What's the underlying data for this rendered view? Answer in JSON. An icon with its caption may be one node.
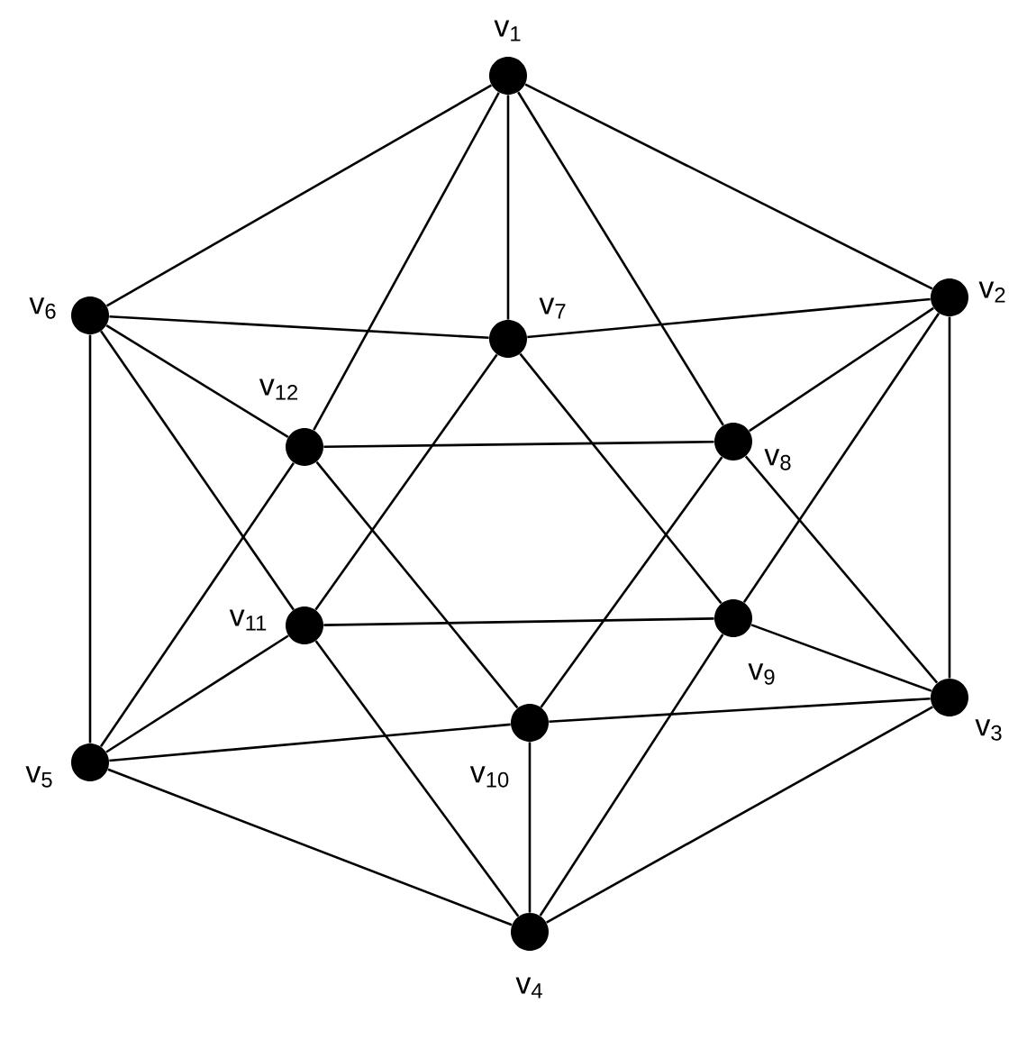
{
  "diagram": {
    "nodes": [
      {
        "text": [
          "v$_{1}$"
        ]
      },
      {
        "text": [
          "v$_{2}$"
        ]
      },
      {
        "text": [
          "v$_{3}$"
        ]
      },
      {
        "text": [
          "v$_{4}$"
        ]
      },
      {
        "text": [
          "v$_{5}$"
        ]
      },
      {
        "text": [
          "v$_{6}$"
        ]
      },
      {
        "text": [
          "v$_{7}$"
        ]
      },
      {
        "text": [
          "v$_{8}$"
        ]
      },
      {
        "text": [
          "v$_{9}$"
        ]
      },
      {
        "text": [
          "v$_{10}$"
        ]
      },
      {
        "text": [
          "v$_{11}$"
        ]
      },
      {
        "text": [
          "v$_{12}$"
        ]
      }
    ],
    "edges": [
      {
        "from": 0,
        "to": 1,
        "arrow": "none"
      },
      {
        "from": 0,
        "to": 5,
        "arrow": "none"
      },
      {
        "from": 0,
        "to": 6,
        "arrow": "none"
      },
      {
        "from": 0,
        "to": 11,
        "arrow": "none"
      },
      {
        "from": 0,
        "to": 7,
        "arrow": "none"
      },
      {
        "from": 5,
        "to": 6,
        "arrow": "none"
      },
      {
        "from": 5,
        "to": 11,
        "arrow": "none"
      },
      {
        "from": 5,
        "to": 4,
        "arrow": "none"
      },
      {
        "from": 5,
        "to": 10,
        "arrow": "none"
      },
      {
        "from": 11,
        "to": 7,
        "arrow": "none"
      },
      {
        "from": 11,
        "to": 4,
        "arrow": "none"
      },
      {
        "from": 11,
        "to": 9,
        "arrow": "none"
      },
      {
        "from": 6,
        "to": 1,
        "arrow": "none"
      },
      {
        "from": 6,
        "to": 10,
        "arrow": "none"
      },
      {
        "from": 6,
        "to": 8,
        "arrow": "none"
      },
      {
        "from": 7,
        "to": 1,
        "arrow": "none"
      },
      {
        "from": 7,
        "to": 9,
        "arrow": "none"
      },
      {
        "from": 7,
        "to": 2,
        "arrow": "none"
      },
      {
        "from": 1,
        "to": 2,
        "arrow": "none"
      },
      {
        "from": 1,
        "to": 8,
        "arrow": "none"
      },
      {
        "from": 10,
        "to": 8,
        "arrow": "none"
      },
      {
        "from": 10,
        "to": 4,
        "arrow": "none"
      },
      {
        "from": 10,
        "to": 3,
        "arrow": "none"
      },
      {
        "from": 8,
        "to": 2,
        "arrow": "none"
      },
      {
        "from": 8,
        "to": 3,
        "arrow": "none"
      },
      {
        "from": 9,
        "to": 4,
        "arrow": "none"
      },
      {
        "from": 9,
        "to": 2,
        "arrow": "none"
      },
      {
        "from": 9,
        "to": 3,
        "arrow": "none"
      },
      {
        "from": 4,
        "to": 3,
        "arrow": "none"
      },
      {
        "from": 2,
        "to": 3,
        "arrow": "none"
      }
    ]
  }
}
